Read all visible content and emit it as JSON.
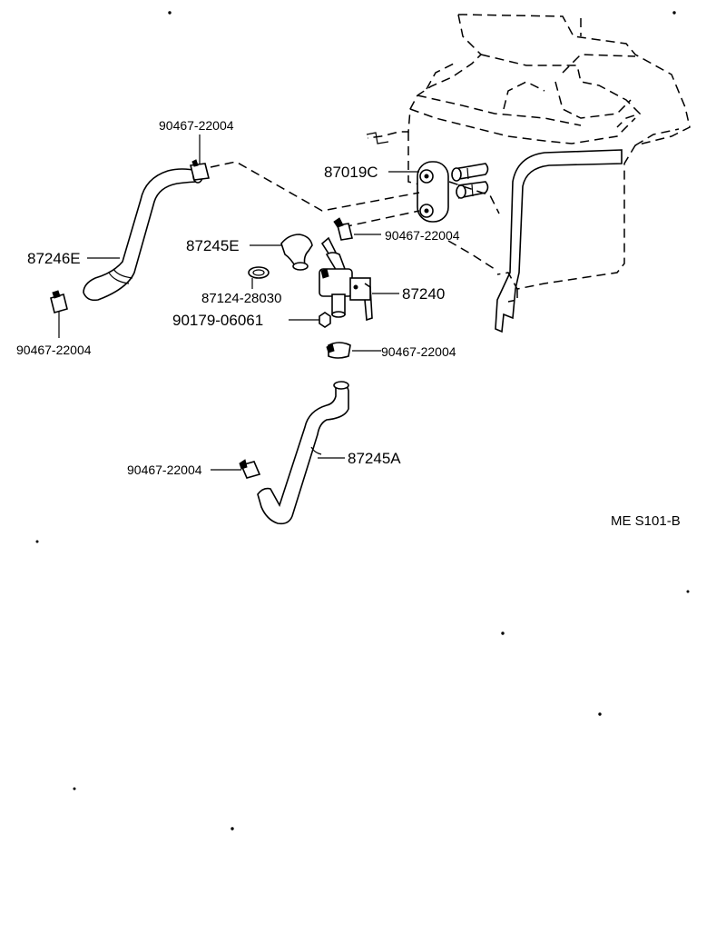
{
  "diagram": {
    "reference": "ME S101-B",
    "labels": {
      "clamp_top": "90467-22004",
      "clamp_left": "90467-22004",
      "clamp_valve_top": "90467-22004",
      "clamp_valve_bottom": "90467-22004",
      "clamp_lower": "90467-22004",
      "hose_left": "87246E",
      "hose_mid": "87245E",
      "hose_lower": "87245A",
      "grommet": "87019C",
      "clamp_small": "87124-28030",
      "bolt": "90179-06061",
      "valve": "87240"
    }
  }
}
